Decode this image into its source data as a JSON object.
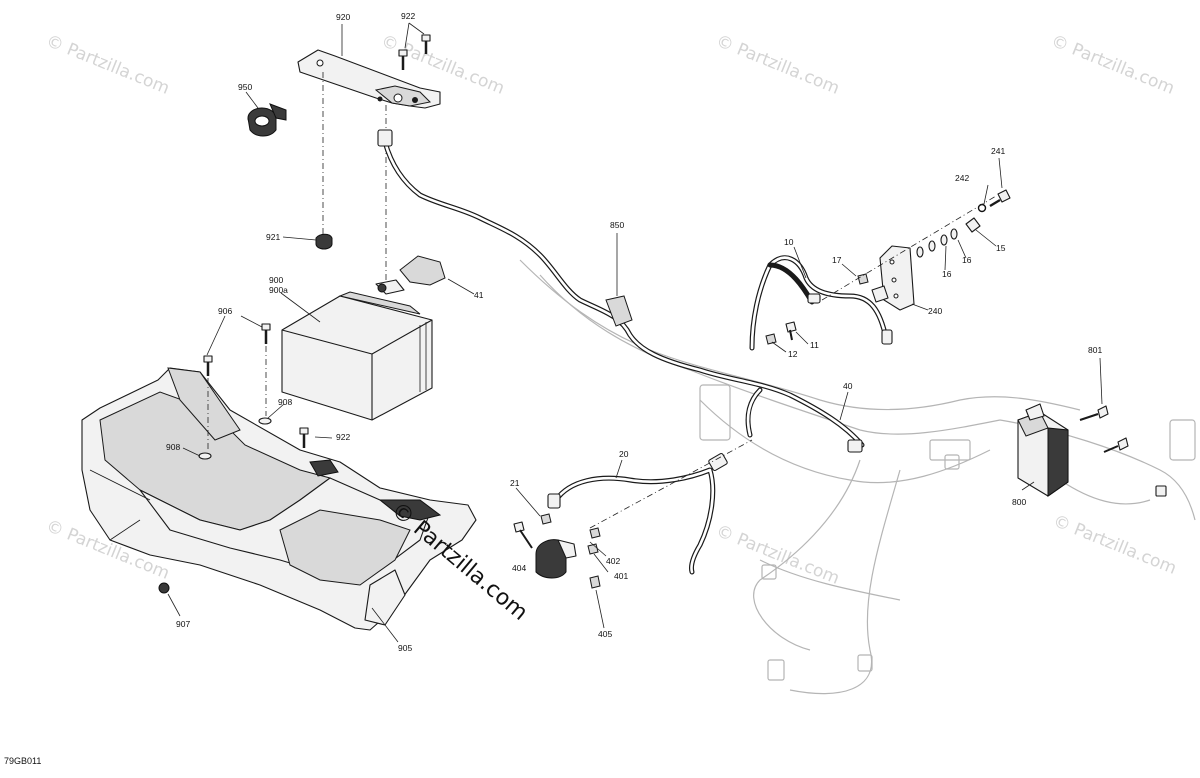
{
  "diagram": {
    "code": "79GB011",
    "watermarks": {
      "small": "© Partzilla.com",
      "large": "© Partzilla.com"
    },
    "callouts": {
      "c920": "920",
      "c922a": "922",
      "c950": "950",
      "c921": "921",
      "c900": "900",
      "c900a": "900a",
      "c41": "41",
      "c906": "906",
      "c908a": "908",
      "c908b": "908",
      "c922b": "922",
      "c907": "907",
      "c905": "905",
      "c850": "850",
      "c10": "10",
      "c17": "17",
      "c241": "241",
      "c242": "242",
      "c15": "15",
      "c16a": "16",
      "c16b": "16",
      "c240": "240",
      "c11": "11",
      "c12": "12",
      "c40": "40",
      "c801": "801",
      "c800": "800",
      "c20": "20",
      "c21": "21",
      "c404": "404",
      "c402": "402",
      "c401": "401",
      "c405": "405"
    }
  }
}
